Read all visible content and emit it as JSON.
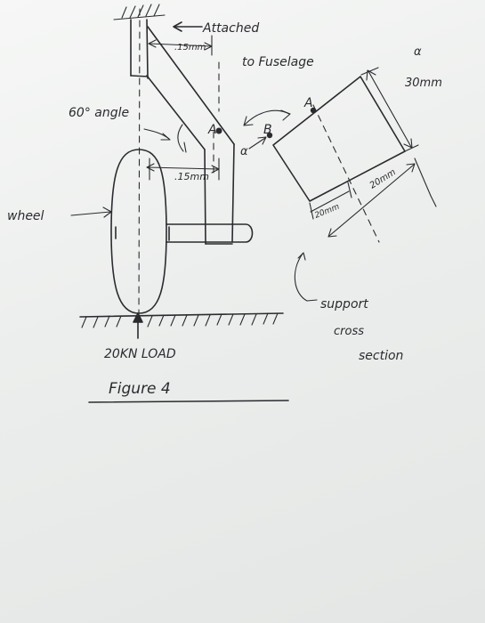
{
  "labels": {
    "attached": "Attached",
    "to_fuselage": "to Fuselage",
    "top_15mm": ".15mm",
    "mid_15mm": ".15mm",
    "angle_60": "60° angle",
    "point_a_left": "A",
    "point_a_right": "A",
    "point_b": "B",
    "alpha_left": "α",
    "alpha_top": "α",
    "dim_30mm": "30mm",
    "dim_20mm_bottom": "20mm",
    "dim_20mm_right": "20mm",
    "wheel": "wheel",
    "support": "support",
    "cross": "cross",
    "section": "section",
    "load": "20KN LOAD",
    "figure": "Figure 4"
  }
}
